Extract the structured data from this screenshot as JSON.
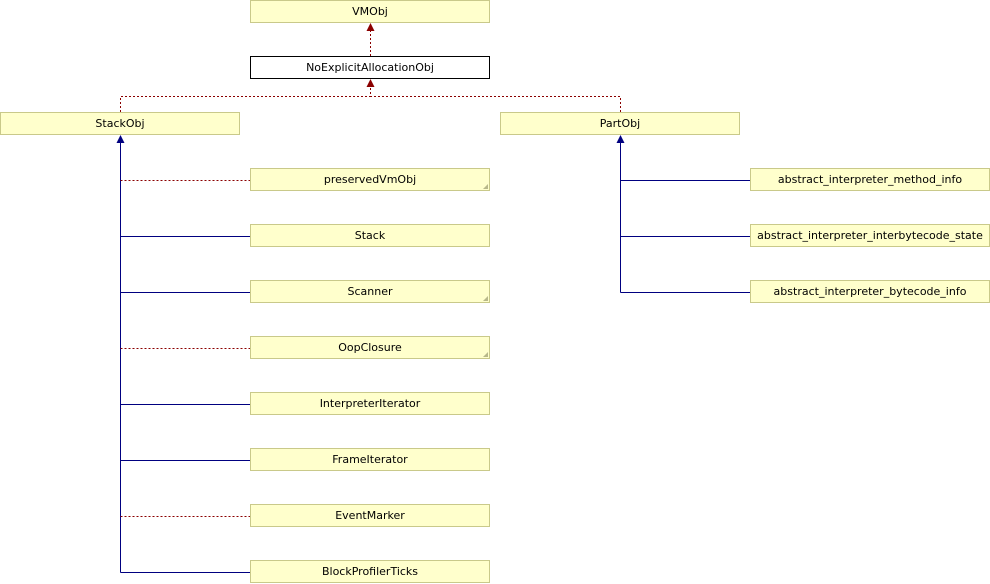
{
  "nodes": {
    "vmobj": "VMObj",
    "no_explicit_allocation_obj": "NoExplicitAllocationObj",
    "stack_obj": "StackObj",
    "part_obj": "PartObj",
    "preserved_vm_obj": "preservedVmObj",
    "stack": "Stack",
    "scanner": "Scanner",
    "oop_closure": "OopClosure",
    "interpreter_iterator": "InterpreterIterator",
    "frame_iterator": "FrameIterator",
    "event_marker": "EventMarker",
    "block_profiler_ticks": "BlockProfilerTicks",
    "abstract_interpreter_method_info": "abstract_interpreter_method_info",
    "abstract_interpreter_interbytecode_state": "abstract_interpreter_interbytecode_state",
    "abstract_interpreter_bytecode_info": "abstract_interpreter_bytecode_info"
  },
  "colors": {
    "node_fill": "#ffffcc",
    "node_border": "#c9c98a",
    "public_edge": "#000080",
    "private_edge": "#8b0000"
  }
}
